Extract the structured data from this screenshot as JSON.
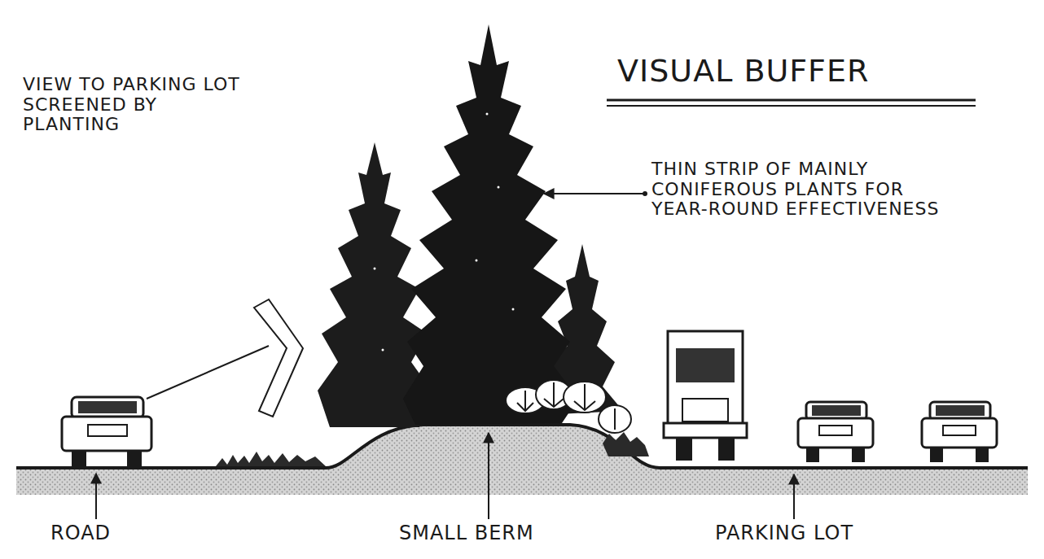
{
  "diagram": {
    "title": "VISUAL BUFFER",
    "labels": [
      "VIEW TO PARKING LOT SCREENED BY PLANTING",
      "THIN STRIP OF MAINLY CONIFEROUS PLANTS FOR YEAR-ROUND EFFECTIVENESS",
      "ROAD",
      "SMALL BERM",
      "PARKING LOT"
    ]
  }
}
